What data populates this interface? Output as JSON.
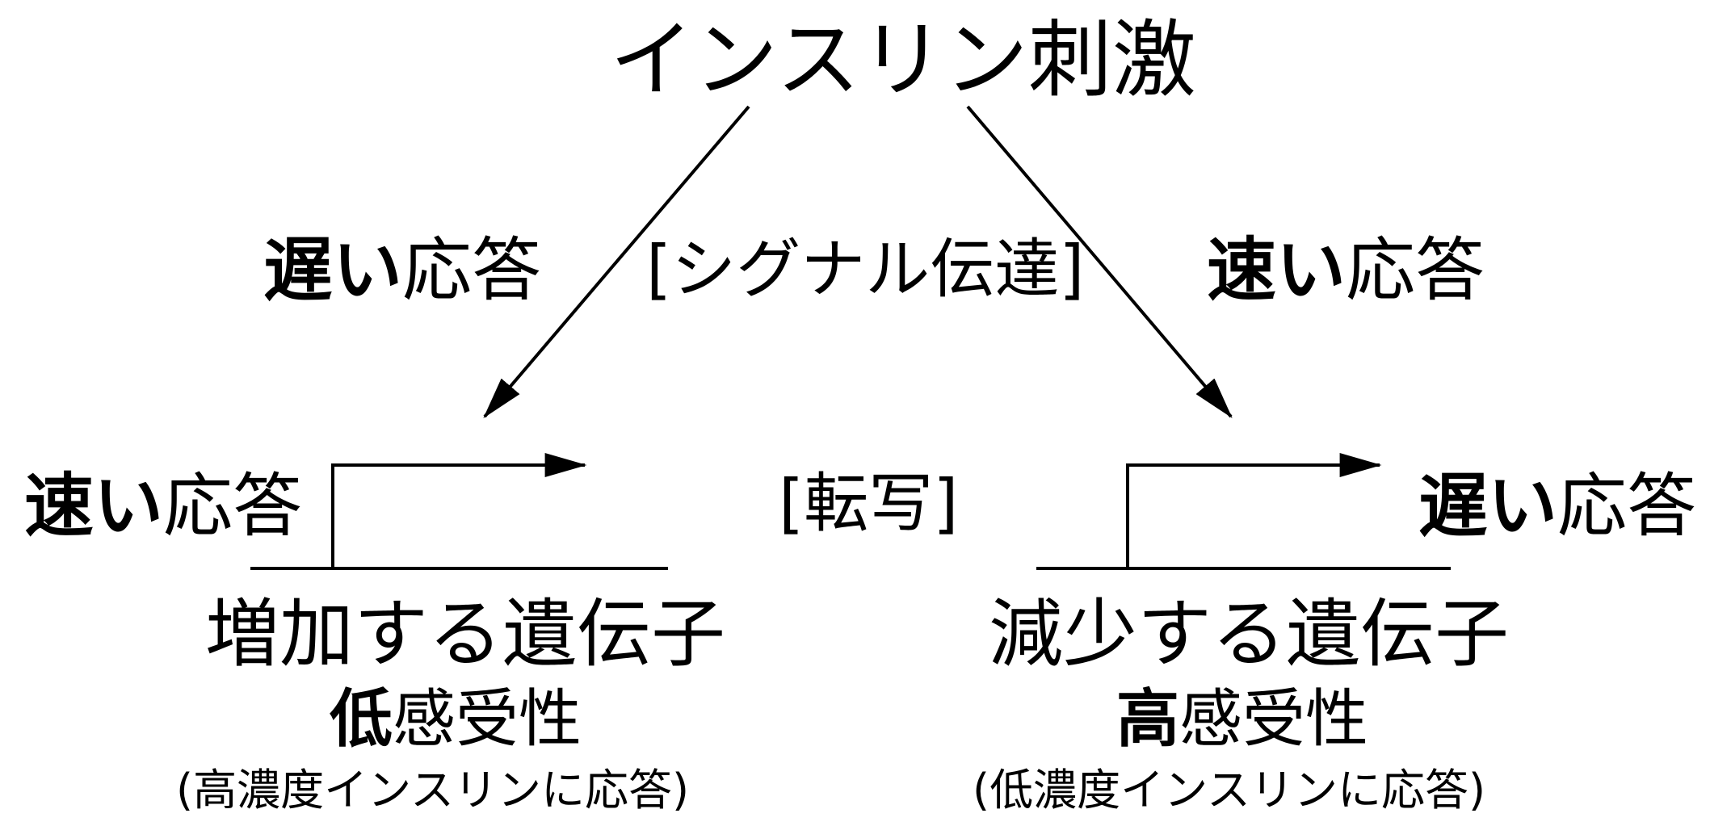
{
  "title": "インスリン刺激",
  "signal_label": "[シグナル伝達]",
  "transcription_label": "[転写]",
  "left_arrow_response": {
    "speed": "遅い",
    "suffix": "応答"
  },
  "right_arrow_response": {
    "speed": "速い",
    "suffix": "応答"
  },
  "left_gene": {
    "response": {
      "speed": "速い",
      "suffix": "応答"
    },
    "name": "増加する遺伝子",
    "sensitivity": {
      "level": "低",
      "suffix": "感受性"
    },
    "note": "(高濃度インスリンに応答)"
  },
  "right_gene": {
    "response": {
      "speed": "遅い",
      "suffix": "応答"
    },
    "name": "減少する遺伝子",
    "sensitivity": {
      "level": "高",
      "suffix": "感受性"
    },
    "note": "(低濃度インスリンに応答)"
  }
}
